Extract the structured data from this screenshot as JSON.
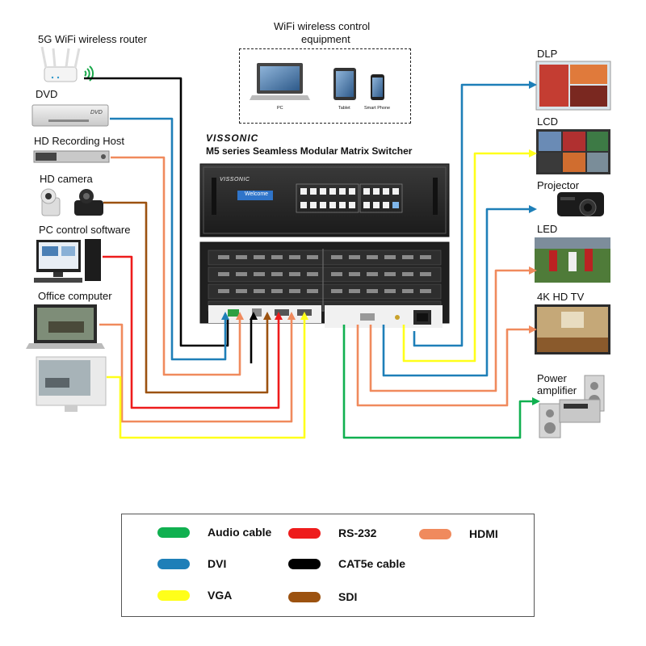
{
  "sources": {
    "router": "5G WiFi wireless router",
    "dvd": "DVD",
    "dvd_device_text": "DVD",
    "recorder": "HD Recording Host",
    "camera": "HD camera",
    "pc_software": "PC control software",
    "office": "Office computer"
  },
  "wifi_control": {
    "title_line1": "WiFi wireless control",
    "title_line2": "equipment",
    "pc": "PC",
    "tablet": "Tablet",
    "phone": "Smart Phone"
  },
  "switcher": {
    "brand": "VISSONIC",
    "title": "M5 series Seamless Modular Matrix Switcher",
    "panel_brand": "VISSONIC",
    "screen_text": "Welcome"
  },
  "outputs": {
    "dlp": "DLP",
    "lcd": "LCD",
    "projector": "Projector",
    "led": "LED",
    "tv": "4K HD TV",
    "amp_line1": "Power",
    "amp_line2": "amplifier"
  },
  "legend": {
    "items": [
      {
        "label": "Audio cable",
        "color": "#10b050"
      },
      {
        "label": "RS-232",
        "color": "#ee1c1c"
      },
      {
        "label": "HDMI",
        "color": "#f08a5d"
      },
      {
        "label": "DVI",
        "color": "#1e7fb8"
      },
      {
        "label": "CAT5e cable",
        "color": "#000000"
      },
      {
        "label": "VGA",
        "color": "#ffff1a"
      },
      {
        "label": "SDI",
        "color": "#9c5210"
      }
    ]
  },
  "colors": {
    "audio": "#10b050",
    "rs232": "#ee1c1c",
    "hdmi": "#f08a5d",
    "dvi": "#1e7fb8",
    "cat5e": "#000000",
    "vga": "#ffff1a",
    "sdi": "#9c5210"
  },
  "icons": [
    "wifi-signal-icon",
    "arrow-up-icon",
    "arrow-right-icon"
  ]
}
